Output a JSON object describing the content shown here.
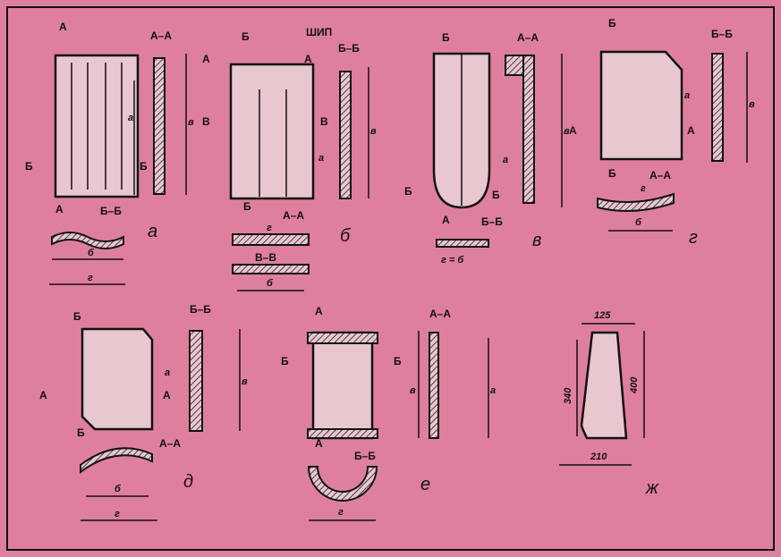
{
  "colors": {
    "background": "#df7f9e",
    "tile": "#e9c7cf",
    "ink": "#111111"
  },
  "sections": {
    "aa": "А–А",
    "bb": "Б–Б",
    "vv": "В–В",
    "a": "А",
    "b": "Б",
    "v": "В"
  },
  "spike_label": "ШИП",
  "dims": {
    "a": "а",
    "b": "б",
    "v": "в",
    "g": "г",
    "g_eq_b": "г = б"
  },
  "figures": {
    "a": "а",
    "b": "б",
    "v": "в",
    "g": "г",
    "d": "д",
    "e": "е",
    "zh": "ж"
  },
  "zh_dims": {
    "top": "125",
    "height_right": "400",
    "height_left": "340",
    "bottom": "210"
  }
}
